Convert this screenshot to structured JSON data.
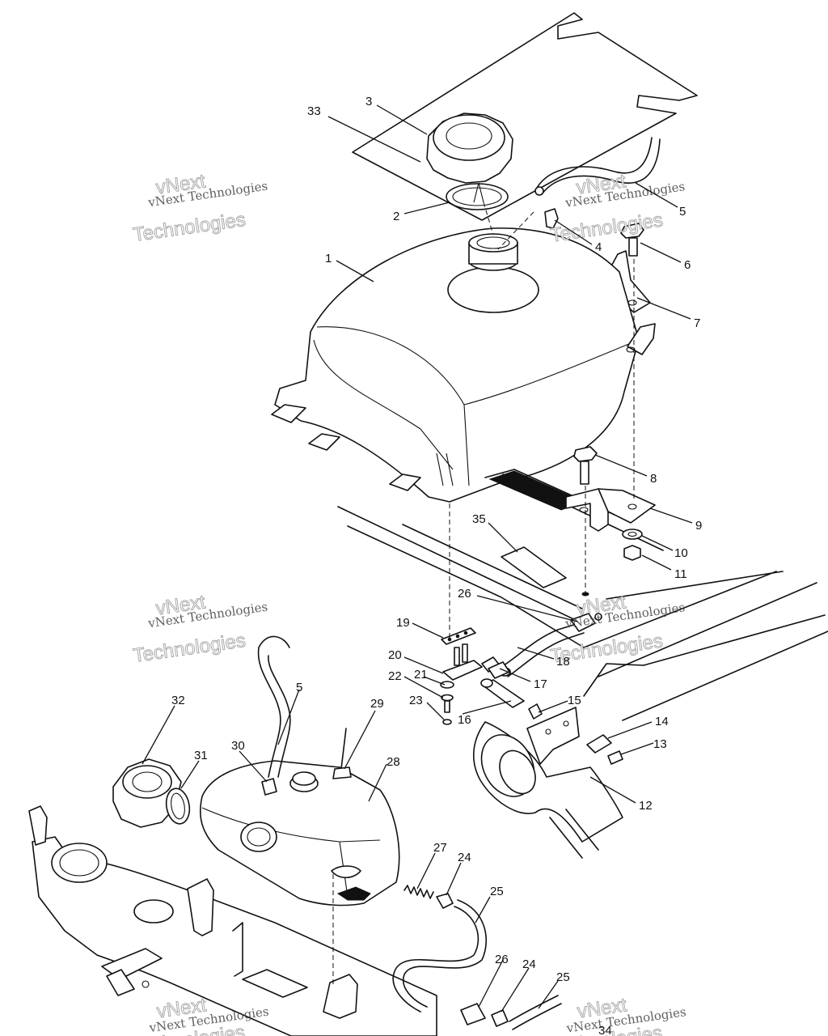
{
  "watermarks": [
    {
      "line1": "vNext Technologies",
      "line2": "vNext",
      "line3": "Technologies"
    },
    {
      "line1": "vNext Technologies",
      "line2": "vNext",
      "line3": "Technologies"
    },
    {
      "line1": "vNext Technologies",
      "line2": "vNext",
      "line3": "Technologies"
    },
    {
      "line1": "vNext Technologies",
      "line2": "vNext",
      "line3": "Technologies"
    },
    {
      "line1": "vNext Technologies",
      "line2": "vNext",
      "line3": "Technologies"
    },
    {
      "line1": "vNext Technologies",
      "line2": "vNext",
      "line3": "Technologies"
    }
  ],
  "callouts": [
    {
      "id": "c1",
      "label": "1"
    },
    {
      "id": "c2",
      "label": "2"
    },
    {
      "id": "c3",
      "label": "3"
    },
    {
      "id": "c4",
      "label": "4"
    },
    {
      "id": "c5a",
      "label": "5"
    },
    {
      "id": "c5b",
      "label": "5"
    },
    {
      "id": "c6",
      "label": "6"
    },
    {
      "id": "c7",
      "label": "7"
    },
    {
      "id": "c8",
      "label": "8"
    },
    {
      "id": "c9",
      "label": "9"
    },
    {
      "id": "c10",
      "label": "10"
    },
    {
      "id": "c11",
      "label": "11"
    },
    {
      "id": "c12",
      "label": "12"
    },
    {
      "id": "c13",
      "label": "13"
    },
    {
      "id": "c14",
      "label": "14"
    },
    {
      "id": "c15",
      "label": "15"
    },
    {
      "id": "c16",
      "label": "16"
    },
    {
      "id": "c17",
      "label": "17"
    },
    {
      "id": "c18",
      "label": "18"
    },
    {
      "id": "c19",
      "label": "19"
    },
    {
      "id": "c20",
      "label": "20"
    },
    {
      "id": "c21",
      "label": "21"
    },
    {
      "id": "c22",
      "label": "22"
    },
    {
      "id": "c23",
      "label": "23"
    },
    {
      "id": "c24a",
      "label": "24"
    },
    {
      "id": "c24b",
      "label": "24"
    },
    {
      "id": "c25a",
      "label": "25"
    },
    {
      "id": "c25b",
      "label": "25"
    },
    {
      "id": "c26a",
      "label": "26"
    },
    {
      "id": "c26b",
      "label": "26"
    },
    {
      "id": "c27",
      "label": "27"
    },
    {
      "id": "c28",
      "label": "28"
    },
    {
      "id": "c29",
      "label": "29"
    },
    {
      "id": "c30",
      "label": "30"
    },
    {
      "id": "c31",
      "label": "31"
    },
    {
      "id": "c32",
      "label": "32"
    },
    {
      "id": "c33",
      "label": "33"
    },
    {
      "id": "c34",
      "label": "34"
    },
    {
      "id": "c35",
      "label": "35"
    }
  ]
}
